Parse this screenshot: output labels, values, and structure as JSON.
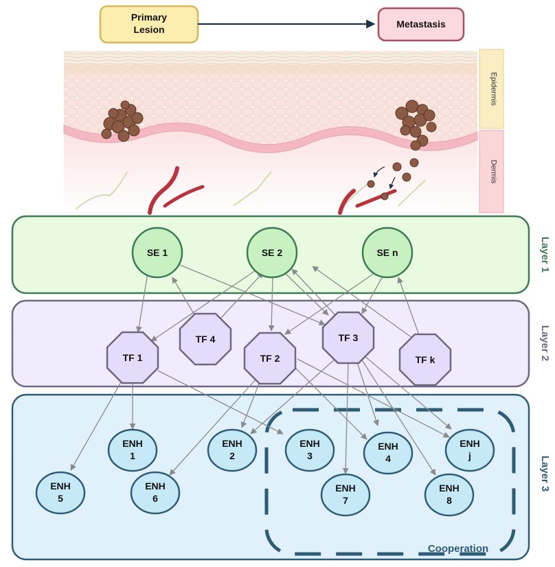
{
  "top": {
    "primary_lesion": [
      "Primary",
      "Lesion"
    ],
    "metastasis": "Metastasis"
  },
  "skin": {
    "epidermis": "Epidermis",
    "dermis": "Dermis"
  },
  "layers": {
    "layer1": "Layer 1",
    "layer2": "Layer 2",
    "layer3": "Layer 3"
  },
  "super_enhancers": [
    "SE 1",
    "SE 2",
    "SE n"
  ],
  "transcription_factors": [
    "TF 1",
    "TF 4",
    "TF 2",
    "TF 3",
    "TF k"
  ],
  "enhancers": [
    [
      "ENH",
      "1"
    ],
    [
      "ENH",
      "2"
    ],
    [
      "ENH",
      "3"
    ],
    [
      "ENH",
      "4"
    ],
    [
      "ENH",
      "j"
    ],
    [
      "ENH",
      "5"
    ],
    [
      "ENH",
      "6"
    ],
    [
      "ENH",
      "7"
    ],
    [
      "ENH",
      "8"
    ]
  ],
  "cooperation": "Cooperation",
  "colors": {
    "layer1_fill": "#e8fbe0",
    "layer1_stroke": "#3d7a57",
    "layer2_fill": "#f1ecfd",
    "layer2_stroke": "#6d6880",
    "layer3_fill": "#e1f1fb",
    "layer3_stroke": "#2f5c75",
    "se_fill": "#c8f1c1",
    "tf_fill": "#e5dcfb",
    "enh_fill": "#c5e9f7",
    "arrow": "#8a8a8a",
    "primary_fill": "#fdeeb0",
    "primary_stroke": "#d6b85a",
    "meta_fill": "#fbd9df",
    "meta_stroke": "#a94d63",
    "epidermis_tab": "#fbeec2",
    "dermis_tab": "#fbd6d8"
  }
}
